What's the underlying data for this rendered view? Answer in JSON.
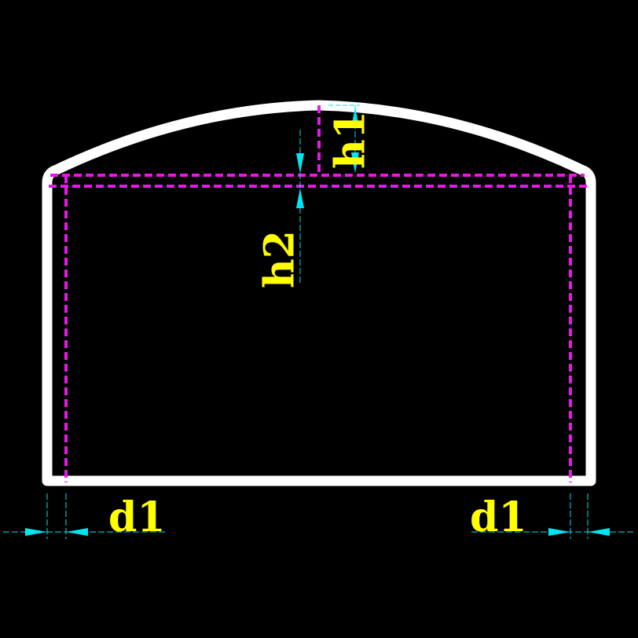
{
  "colors": {
    "background": "#000000",
    "outline": "#ffffff",
    "centerline": "#e619e6",
    "dimension": "#00e5ee",
    "label": "#ffff00"
  },
  "labels": {
    "h1": "h1",
    "h2": "h2",
    "d1_left": "d1",
    "d1_right": "d1"
  }
}
